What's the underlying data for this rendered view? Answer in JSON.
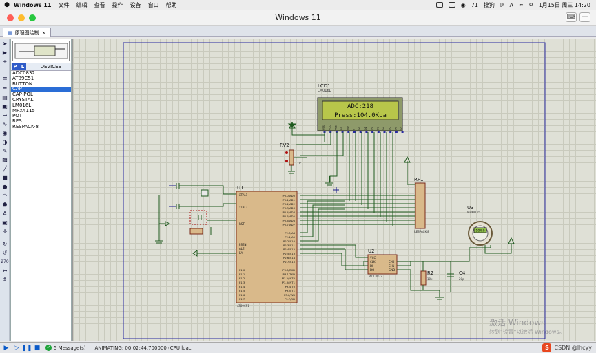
{
  "menubar": {
    "apple": "",
    "app": "Windows 11",
    "items": [
      "文件",
      "编辑",
      "查看",
      "操作",
      "设备",
      "窗口",
      "帮助"
    ],
    "battery": "71",
    "ime": "搜狗",
    "input_letter": "A",
    "clock": "1月15日 周三  14:20"
  },
  "window": {
    "title": "Windows 11"
  },
  "tab": {
    "label": "原理图绘制"
  },
  "devices": {
    "header_p": "P",
    "header_l": "L",
    "header": "DEVICES",
    "items": [
      "ADC0832",
      "AT89C51",
      "BUTTON",
      "CAP",
      "CAP-POL",
      "CRYSTAL",
      "LM016L",
      "MPX4115",
      "POT",
      "RES",
      "RESPACK-8"
    ],
    "selected_index": 3
  },
  "toolstrip": {
    "rotation": "270"
  },
  "schematic": {
    "lcd": {
      "ref": "LCD1",
      "part": "LM016L",
      "line1": "ADC:218",
      "line2": "Press:104.0Kpa",
      "pins": [
        "VSS",
        "VDD",
        "VEE",
        "RS",
        "RW",
        "E",
        "D0",
        "D1",
        "D2",
        "D3",
        "D4",
        "D5",
        "D6",
        "D7"
      ]
    },
    "rv2": {
      "ref": "RV2",
      "value": "1k"
    },
    "u1": {
      "ref": "U1",
      "part": "AT89C51",
      "left_pins": [
        "XTAL1",
        "XTAL2",
        "RST",
        "PSEN",
        "ALE",
        "EA"
      ],
      "port1": [
        "P1.0",
        "P1.1",
        "P1.2",
        "P1.3",
        "P1.4",
        "P1.5",
        "P1.6",
        "P1.7"
      ],
      "port0": [
        "P0.0/AD0",
        "P0.1/AD1",
        "P0.2/AD2",
        "P0.3/AD3",
        "P0.4/AD4",
        "P0.5/AD5",
        "P0.6/AD6",
        "P0.7/AD7"
      ],
      "port2": [
        "P2.0/A8",
        "P2.1/A9",
        "P2.2/A10",
        "P2.3/A11",
        "P2.4/A12",
        "P2.5/A13",
        "P2.6/A14",
        "P2.7/A15"
      ],
      "port3": [
        "P3.0/RXD",
        "P3.1/TXD",
        "P3.2/INT0",
        "P3.3/INT1",
        "P3.4/T0",
        "P3.5/T1",
        "P3.6/WR",
        "P3.7/RD"
      ]
    },
    "rp1": {
      "ref": "RP1",
      "part": "RESPACK-8"
    },
    "u2": {
      "ref": "U2",
      "part": "ADC0832",
      "pins_left": [
        "VCC",
        "CLK",
        "DI",
        "DO"
      ],
      "pins_right": [
        "CH0",
        "CH1",
        "GND"
      ]
    },
    "r2": {
      "ref": "R2",
      "value": "10k"
    },
    "c4": {
      "ref": "C4",
      "value": "20p"
    },
    "u3": {
      "ref": "U3",
      "part": "MPX4115",
      "reading": "104.0"
    }
  },
  "status": {
    "messages": "5 Message(s)",
    "animating": "ANIMATING: 00:02:44.700000 (CPU loac"
  },
  "watermark": {
    "line1": "激活 Windows",
    "line2": "转到\"设置\"以激活 Windows。",
    "csdn": "CSDN @lhcyy"
  }
}
